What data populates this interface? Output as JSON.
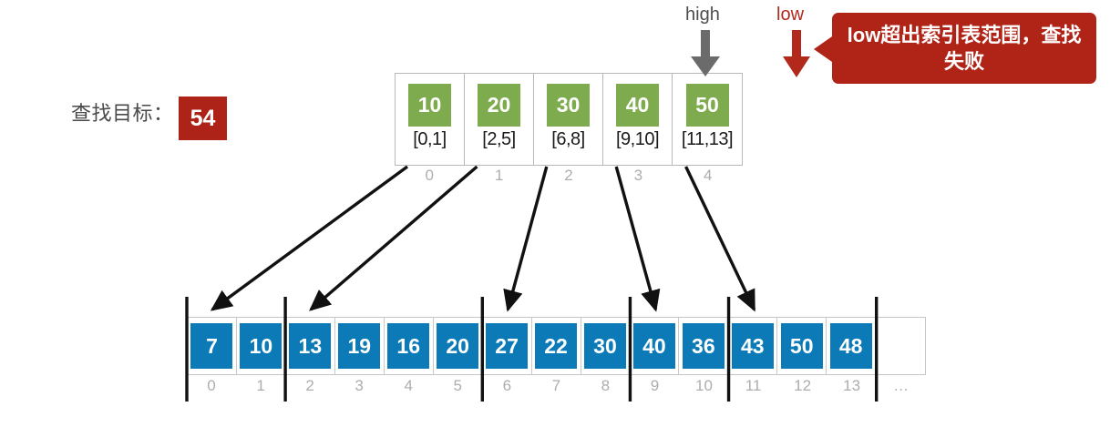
{
  "target": {
    "label": "查找目标：",
    "value": "54"
  },
  "colors": {
    "green": "#7fab4f",
    "blue": "#0b7ab6",
    "red": "#b02418",
    "gray": "#4d4d4d",
    "label_gray": "#adadad"
  },
  "pointers": {
    "high": "high",
    "low": "low"
  },
  "callout": {
    "text": "low超出索引表范围，查找失败"
  },
  "index_table": {
    "cells": [
      {
        "key": "10",
        "range": "[0,1]",
        "index": "0"
      },
      {
        "key": "20",
        "range": "[2,5]",
        "index": "1"
      },
      {
        "key": "30",
        "range": "[6,8]",
        "index": "2"
      },
      {
        "key": "40",
        "range": "[9,10]",
        "index": "3"
      },
      {
        "key": "50",
        "range": "[11,13]",
        "index": "4"
      }
    ]
  },
  "data_array": {
    "cells": [
      {
        "value": "7",
        "index": "0"
      },
      {
        "value": "10",
        "index": "1"
      },
      {
        "value": "13",
        "index": "2"
      },
      {
        "value": "19",
        "index": "3"
      },
      {
        "value": "16",
        "index": "4"
      },
      {
        "value": "20",
        "index": "5"
      },
      {
        "value": "27",
        "index": "6"
      },
      {
        "value": "22",
        "index": "7"
      },
      {
        "value": "30",
        "index": "8"
      },
      {
        "value": "40",
        "index": "9"
      },
      {
        "value": "36",
        "index": "10"
      },
      {
        "value": "43",
        "index": "11"
      },
      {
        "value": "50",
        "index": "12"
      },
      {
        "value": "48",
        "index": "13"
      },
      {
        "value": "",
        "index": "…"
      }
    ],
    "block_boundaries": [
      0,
      2,
      6,
      9,
      11,
      14
    ]
  }
}
